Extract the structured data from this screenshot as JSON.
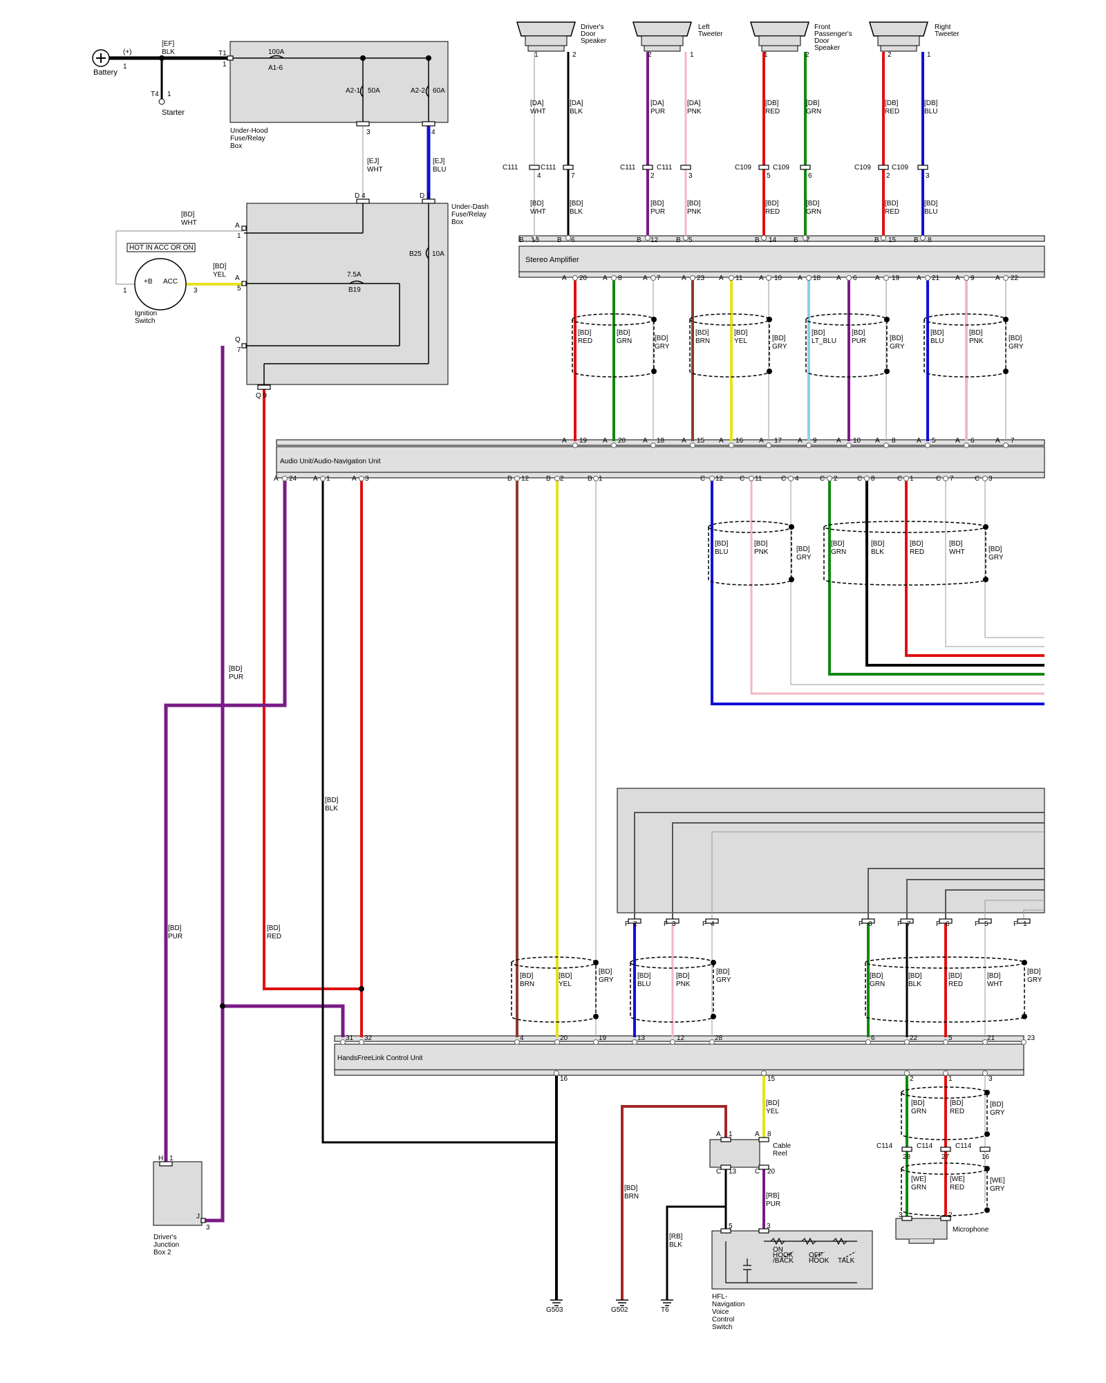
{
  "components": {
    "battery": "Battery",
    "battery_pos": "(+)",
    "starter": "Starter",
    "underhood_box": [
      "Under-Hood",
      "Fuse/Relay",
      "Box"
    ],
    "underdash_box": [
      "Under-Dash",
      "Fuse/Relay",
      "Box"
    ],
    "ignition": [
      "Ignition",
      "Switch"
    ],
    "ignition_note": "HOT IN ACC OR ON",
    "stereo_amp": "Stereo Amplifier",
    "audio_unit": "Audio Unit/Audio-Navigation Unit",
    "hfl_unit": "HandsFreeLink Control Unit",
    "cable_reel": [
      "Cable",
      "Reel"
    ],
    "hfl_switch": [
      "HFL-",
      "Navigation",
      "Voice",
      "Control",
      "Switch"
    ],
    "microphone": "Microphone",
    "djb2": [
      "Driver's",
      "Junction",
      "Box 2"
    ],
    "speakers": [
      [
        "Driver's",
        "Door",
        "Speaker"
      ],
      [
        "Left",
        "Tweeter"
      ],
      [
        "Front",
        "Passenger's",
        "Door",
        "Speaker"
      ],
      [
        "Right",
        "Tweeter"
      ]
    ],
    "switch_labels": [
      "ON",
      "HOOK",
      "/BACK",
      "OFF",
      "HOOK",
      "TALK"
    ]
  },
  "fuses": {
    "f1_rating": "100A",
    "f1_id": "A1-6",
    "f2_id": "A2-1",
    "f2_rating": "50A",
    "f3_id": "A2-2",
    "f3_rating": "60A",
    "f4_id": "B25",
    "f4_rating": "10A",
    "f5_rating": "7.5A",
    "f5_id": "B19"
  },
  "grounds": [
    "G503",
    "G502",
    "T6"
  ],
  "wire_labels": {
    "ef_blk": [
      "[EF]",
      "BLK"
    ],
    "ej_wht": [
      "[EJ]",
      "WHT"
    ],
    "ej_blu": [
      "[EJ]",
      "BLU"
    ],
    "bd_wht": [
      "[BD]",
      "WHT"
    ],
    "bd_yel": [
      "[BD]",
      "YEL"
    ],
    "bd_pur_1": [
      "[BD]",
      "PUR"
    ],
    "bd_pur_2": [
      "[BD]",
      "PUR"
    ],
    "bd_red": [
      "[BD]",
      "RED"
    ],
    "bd_blk": [
      "[BD]",
      "BLK"
    ],
    "da": [
      [
        "[DA]",
        "WHT"
      ],
      [
        "[DA]",
        "BLK"
      ],
      [
        "[DA]",
        "PUR"
      ],
      [
        "[DA]",
        "PNK"
      ]
    ],
    "db": [
      [
        "[DB]",
        "RED"
      ],
      [
        "[DB]",
        "GRN"
      ],
      [
        "[DB]",
        "RED"
      ],
      [
        "[DB]",
        "BLU"
      ]
    ],
    "bd_spk": [
      [
        "[BD]",
        "WHT"
      ],
      [
        "[BD]",
        "BLK"
      ],
      [
        "[BD]",
        "PUR"
      ],
      [
        "[BD]",
        "PNK"
      ],
      [
        "[BD]",
        "RED"
      ],
      [
        "[BD]",
        "GRN"
      ],
      [
        "[BD]",
        "RED"
      ],
      [
        "[BD]",
        "BLU"
      ]
    ],
    "amp_shield": [
      [
        "[BD]",
        "RED"
      ],
      [
        "[BD]",
        "GRN"
      ],
      [
        "[BD]",
        "GRY"
      ],
      [
        "[BD]",
        "BRN"
      ],
      [
        "[BD]",
        "YEL"
      ],
      [
        "[BD]",
        "GRY"
      ],
      [
        "[BD]",
        "LT_BLU"
      ],
      [
        "[BD]",
        "PUR"
      ],
      [
        "[BD]",
        "GRY"
      ],
      [
        "[BD]",
        "BLU"
      ],
      [
        "[BD]",
        "PNK"
      ],
      [
        "[BD]",
        "GRY"
      ]
    ],
    "au_shield": [
      [
        "[BD]",
        "BLU"
      ],
      [
        "[BD]",
        "PNK"
      ],
      [
        "[BD]",
        "GRY"
      ],
      [
        "[BD]",
        "GRN"
      ],
      [
        "[BD]",
        "BLK"
      ],
      [
        "[BD]",
        "RED"
      ],
      [
        "[BD]",
        "WHT"
      ],
      [
        "[BD]",
        "GRY"
      ]
    ],
    "hfl_shield": [
      [
        "[BD]",
        "BRN"
      ],
      [
        "[BD]",
        "YEL"
      ],
      [
        "[BD]",
        "GRY"
      ],
      [
        "[BD]",
        "BLU"
      ],
      [
        "[BD]",
        "PNK"
      ],
      [
        "[BD]",
        "GRY"
      ],
      [
        "[BD]",
        "GRN"
      ],
      [
        "[BD]",
        "BLK"
      ],
      [
        "[BD]",
        "RED"
      ],
      [
        "[BD]",
        "WHT"
      ],
      [
        "[BD]",
        "GRY"
      ]
    ],
    "bottom": [
      [
        "[BD]",
        "YEL"
      ],
      [
        "[BD]",
        "BRN"
      ],
      [
        "[RB]",
        "PUR"
      ],
      [
        "[RB]",
        "BLK"
      ]
    ],
    "mic_shield": [
      [
        "[BD]",
        "GRN"
      ],
      [
        "[BD]",
        "RED"
      ],
      [
        "[BD]",
        "GRY"
      ],
      [
        "[WE]",
        "GRN"
      ],
      [
        "[WE]",
        "RED"
      ],
      [
        "[WE]",
        "GRY"
      ]
    ]
  },
  "pins": {
    "bat1": "1",
    "t1": "T1",
    "t1n": "1",
    "t4": "T4",
    "t4n": "1",
    "uh3": "3",
    "uh4": "4",
    "d4": "D 4",
    "d2": "D 2",
    "a1": "A",
    "a1n": "1",
    "a5": "A",
    "a5n": "5",
    "q7": "Q",
    "q7n": "7",
    "q9": "Q 9",
    "ign1": "1",
    "ign3": "3",
    "ign_b": "+B",
    "ign_acc": "ACC",
    "spk": [
      "1",
      "2",
      "2",
      "1",
      "1",
      "2",
      "2",
      "1"
    ],
    "c_spk": [
      "C111",
      "C111",
      "C111",
      "C111",
      "C109",
      "C109",
      "C109",
      "C109"
    ],
    "c_spk_n": [
      "4",
      "7",
      "2",
      "3",
      "5",
      "6",
      "2",
      "3"
    ],
    "amp_top": [
      "B",
      "13",
      "B",
      "6",
      "B",
      "12",
      "B",
      "5",
      "B",
      "14",
      "B",
      "7",
      "B",
      "15",
      "B",
      "8"
    ],
    "amp_bot": [
      "A",
      "20",
      "A",
      "8",
      "A",
      "7",
      "A",
      "23",
      "A",
      "11",
      "A",
      "10",
      "A",
      "18",
      "A",
      "6",
      "A",
      "19",
      "A",
      "21",
      "A",
      "9",
      "A",
      "22"
    ],
    "au_top": [
      "A",
      "19",
      "A",
      "20",
      "A",
      "18",
      "A",
      "15",
      "A",
      "16",
      "A",
      "17",
      "A",
      "9",
      "A",
      "10",
      "A",
      "8",
      "A",
      "5",
      "A",
      "6",
      "A",
      "7"
    ],
    "au_bot": [
      "A",
      "24",
      "A",
      "1",
      "A",
      "3",
      "B",
      "12",
      "B",
      "2",
      "B",
      "1",
      "C",
      "12",
      "C",
      "11",
      "C",
      "4",
      "C",
      "2",
      "C",
      "8",
      "C",
      "1",
      "C",
      "7",
      "C",
      "3"
    ],
    "f_pins": [
      "F",
      "2",
      "F",
      "3",
      "F",
      "4",
      "F",
      "8",
      "F",
      "7",
      "F",
      "6",
      "F",
      "5",
      "F",
      "1"
    ],
    "hfl_top": [
      "31",
      "32",
      "4",
      "20",
      "19",
      "13",
      "12",
      "28",
      "6",
      "22",
      "5",
      "21",
      "23"
    ],
    "hfl_bot": [
      "16",
      "15",
      "2",
      "1",
      "3"
    ],
    "cr": [
      "A",
      "1",
      "A",
      "8",
      "C",
      "13",
      "C",
      "20"
    ],
    "sw": [
      "5",
      "3"
    ],
    "c114": [
      "C114",
      "C114",
      "C114"
    ],
    "c114n": [
      "28",
      "27",
      "16"
    ],
    "mic": [
      "3",
      "2"
    ],
    "djb": [
      "H",
      "1",
      "J",
      "3"
    ]
  },
  "colors": {
    "blk": "#000000",
    "red": "#e01010",
    "blu": "#1010d8",
    "grn": "#118811",
    "pur": "#7a1a86",
    "pnk": "#f4b6c4",
    "yel": "#e6e21e",
    "brn": "#8e3a2e",
    "ltblu": "#8ad0e8",
    "gry": "#9a9a9a",
    "wht": "#b8b8b8",
    "bdred": "#a32626"
  }
}
